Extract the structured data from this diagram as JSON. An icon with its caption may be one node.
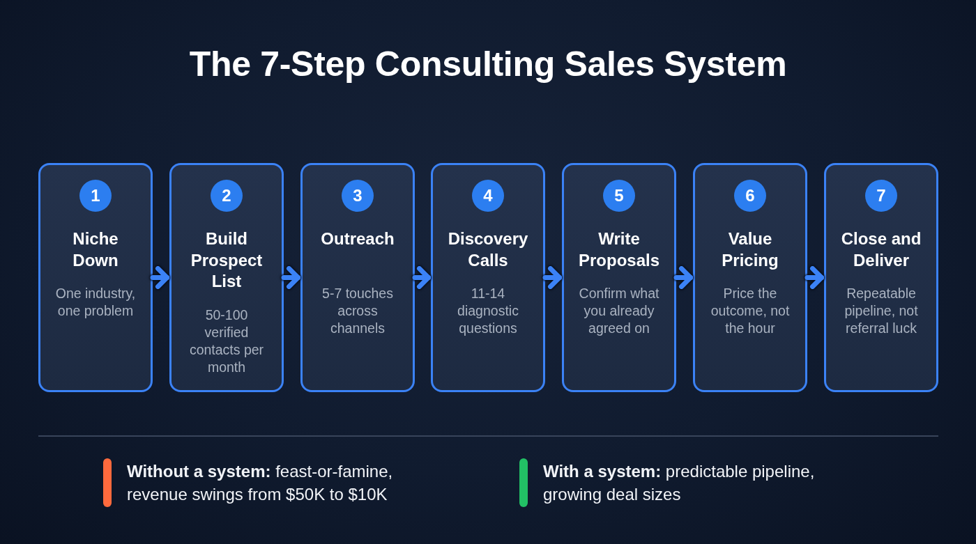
{
  "diagram": {
    "title": "The 7-Step Consulting Sales System",
    "nodes": [
      {
        "text": [
          "Niche Down",
          "One industry, one problem"
        ]
      },
      {
        "text": [
          "1"
        ],
        "in": 0
      },
      {
        "text": [
          "Build Prospect List",
          "50-100 verified contacts per month"
        ]
      },
      {
        "text": [
          "2"
        ],
        "in": 2
      },
      {
        "text": [
          "Outreach",
          "5-7 touches across channels"
        ]
      },
      {
        "text": [
          "3"
        ],
        "in": 4
      },
      {
        "text": [
          "Discovery Calls",
          "11-14 diagnostic questions"
        ]
      },
      {
        "text": [
          "4"
        ],
        "in": 6
      },
      {
        "text": [
          "Write Proposals",
          "Confirm what you already agreed on"
        ]
      },
      {
        "text": [
          "5"
        ],
        "in": 8
      },
      {
        "text": [
          "Value Pricing",
          "Price the outcome, not the hour"
        ]
      },
      {
        "text": [
          "6"
        ],
        "in": 10
      },
      {
        "text": [
          "Close and Deliver",
          "Repeatable pipeline, not referral luck"
        ]
      },
      {
        "text": [
          "7"
        ],
        "in": 12
      }
    ],
    "edges": [
      {
        "from": 0,
        "to": 2,
        "arrow": "to"
      },
      {
        "from": 2,
        "to": 4,
        "arrow": "to"
      },
      {
        "from": 4,
        "to": 6,
        "arrow": "to"
      },
      {
        "from": 6,
        "to": 8,
        "arrow": "to"
      },
      {
        "from": 8,
        "to": 10,
        "arrow": "to"
      },
      {
        "from": 10,
        "to": 12,
        "arrow": "to"
      }
    ],
    "legend": [
      {
        "text": "**Without a system:** feast-or-famine, revenue swings from $50K to $10K",
        "color": "#ff6a3d"
      },
      {
        "text": "**With a system:** predictable pipeline, growing deal sizes",
        "color": "#22c065"
      }
    ]
  }
}
